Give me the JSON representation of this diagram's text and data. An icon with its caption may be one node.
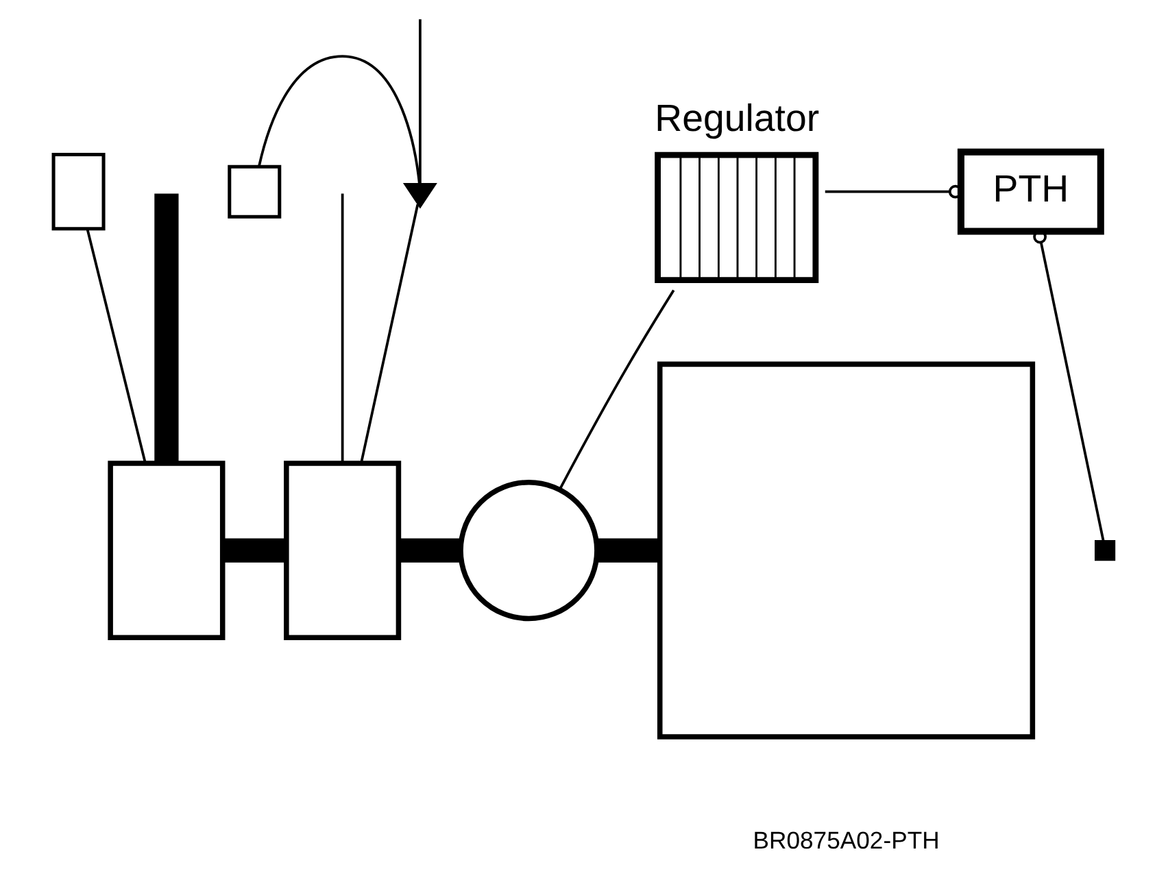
{
  "diagram": {
    "nodes": [
      {
        "text": [
          "Regulator"
        ]
      },
      {
        "text": [
          "PTH"
        ]
      },
      {
        "text": [],
        "shape": "box"
      },
      {
        "text": [],
        "shape": "box"
      },
      {
        "text": [],
        "shape": "valve"
      },
      {
        "text": [],
        "shape": "box"
      },
      {
        "text": [],
        "shape": "box"
      },
      {
        "text": [],
        "shape": "circle"
      },
      {
        "text": [],
        "shape": "bar"
      },
      {
        "text": [],
        "shape": "box"
      }
    ],
    "edges": [
      {
        "from": 0,
        "to": 1,
        "arrow": "other"
      },
      {
        "from": 8,
        "to": 1,
        "arrow": "other"
      },
      {
        "from": 0,
        "to": 7,
        "arrow": "none"
      },
      {
        "from": 2,
        "to": 5,
        "arrow": "none"
      },
      {
        "from": 3,
        "to": 4,
        "arrow": "none"
      },
      {
        "from": null,
        "to": 4,
        "arrow": "none"
      },
      {
        "from": 4,
        "to": 6,
        "arrow": "none"
      },
      {
        "from": null,
        "to": 6,
        "arrow": "none"
      },
      {
        "from": null,
        "to": 5,
        "arrow": "none",
        "style": "thick"
      },
      {
        "from": 5,
        "to": 6,
        "arrow": "none",
        "style": "thick"
      },
      {
        "from": 6,
        "to": 7,
        "arrow": "none",
        "style": "thick"
      },
      {
        "from": 7,
        "to": 9,
        "arrow": "none",
        "style": "thick"
      }
    ],
    "labels": [
      "BR0875A02-PTH"
    ]
  }
}
